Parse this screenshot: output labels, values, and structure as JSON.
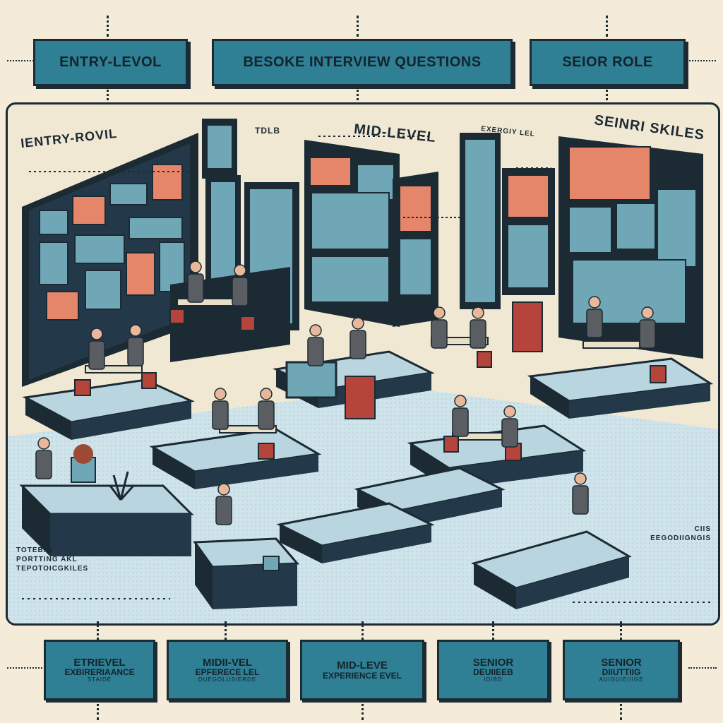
{
  "top": {
    "left_label": "ENTRY-LEVOL",
    "center_label": "BESOKE INTERVIEW QUESTIONS",
    "right_label": "SEIOR ROLE"
  },
  "zones": {
    "entry": "IENTRY-ROVIL",
    "entry_tag": "TDLB",
    "mid": "MID-LEVEL",
    "mid_tag": "EXERGIY LEL",
    "senior": "SEINRI SKILES"
  },
  "side_left": {
    "line1": "TOTEBAL",
    "line2": "PORTTING AKL",
    "line3": "TEPOTOICGKILES"
  },
  "side_right": {
    "line1": "CIIS",
    "line2": "EEGODIIGNGIS"
  },
  "bottom": [
    {
      "l1": "ETRIEVEL",
      "l2": "EXBIRERIAANCE",
      "l3": "STAIDE"
    },
    {
      "l1": "MIDII-VEL",
      "l2": "EPFERECE LEL",
      "l3": "DUEGOLUSIERDE"
    },
    {
      "l1": "MID-LEVE",
      "l2": "EXPERIENCE EVEL",
      "l3": ""
    },
    {
      "l1": "SENIOR",
      "l2": "DEUIIEEB",
      "l3": "IDIBD"
    },
    {
      "l1": "SENIOR",
      "l2": "DIIUTTIIG",
      "l3": "AUIGUIEIIIGE"
    }
  ],
  "colors": {
    "teal": "#2f7f95",
    "light_teal": "#6fa7b6",
    "coral": "#e5866a",
    "dark": "#1b2a33",
    "cream": "#f4ecd9",
    "floor": "#cfe3ea"
  }
}
